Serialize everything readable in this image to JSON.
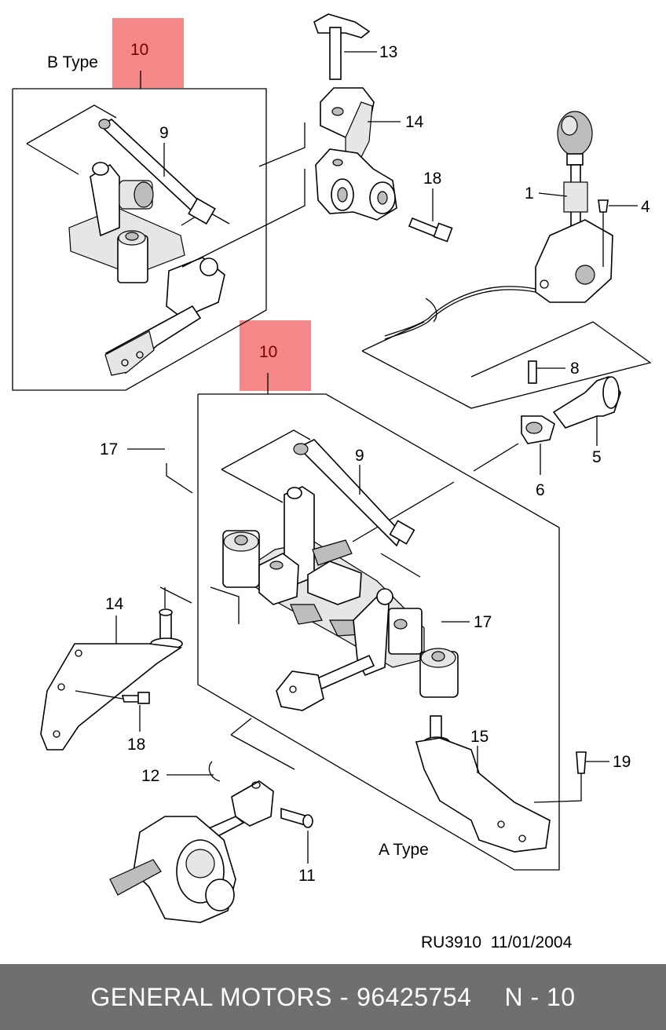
{
  "diagram": {
    "highlight_color": "#f48787",
    "callouts": [
      {
        "id": "b-10",
        "text": "10",
        "highlighted": true
      },
      {
        "id": "a-10",
        "text": "10",
        "highlighted": true
      },
      {
        "id": "b-9",
        "text": "9"
      },
      {
        "id": "13",
        "text": "13"
      },
      {
        "id": "14-top",
        "text": "14"
      },
      {
        "id": "18-top",
        "text": "18"
      },
      {
        "id": "1",
        "text": "1"
      },
      {
        "id": "4",
        "text": "4"
      },
      {
        "id": "8",
        "text": "8"
      },
      {
        "id": "5",
        "text": "5"
      },
      {
        "id": "6",
        "text": "6"
      },
      {
        "id": "17-left",
        "text": "17"
      },
      {
        "id": "a-9",
        "text": "9"
      },
      {
        "id": "17-right",
        "text": "17"
      },
      {
        "id": "14-left",
        "text": "14"
      },
      {
        "id": "18-left",
        "text": "18"
      },
      {
        "id": "15",
        "text": "15"
      },
      {
        "id": "19",
        "text": "19"
      },
      {
        "id": "12",
        "text": "12"
      },
      {
        "id": "11",
        "text": "11"
      }
    ],
    "b_type_label": "B Type",
    "a_type_label": "A Type",
    "reference": "RU3910  11/01/2004"
  },
  "footer": {
    "brand": "GENERAL MOTORS",
    "separator": "-",
    "part_number": "96425754",
    "page": "N - 10"
  }
}
